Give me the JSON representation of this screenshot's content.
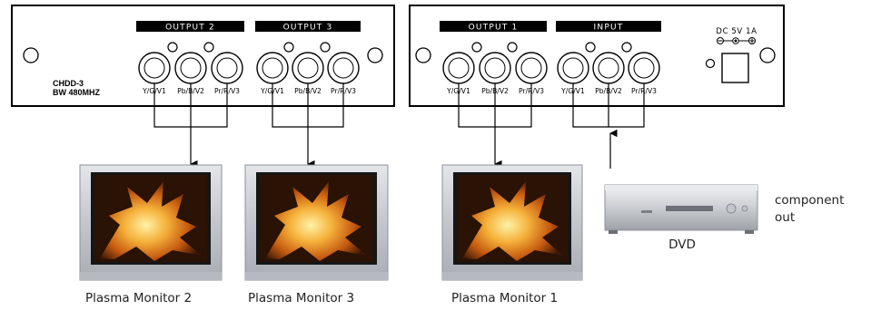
{
  "left_unit": {
    "model": "CHDD-3",
    "bandwidth": "BW 480MHZ",
    "groups": [
      {
        "label": "OUTPUT 2",
        "jacks": [
          "Y/G/V1",
          "Pb/B/V2",
          "Pr/R/V3"
        ]
      },
      {
        "label": "OUTPUT 3",
        "jacks": [
          "Y/G/V1",
          "Pb/B/V2",
          "Pr/R/V3"
        ]
      }
    ]
  },
  "right_unit": {
    "groups": [
      {
        "label": "OUTPUT 1",
        "jacks": [
          "Y/G/V1",
          "Pb/B/V2",
          "Pr/R/V3"
        ]
      },
      {
        "label": "INPUT",
        "jacks": [
          "Y/G/V1",
          "Pb/B/V2",
          "Pr/R/V3"
        ]
      }
    ],
    "power_label": "DC  5V  1A"
  },
  "monitors": [
    "Plasma Monitor 2",
    "Plasma Monitor 3",
    "Plasma Monitor 1"
  ],
  "source": {
    "label": "DVD",
    "note_line1": "component",
    "note_line2": "out"
  },
  "colors": {
    "panel": "#ffffff",
    "label_bar": "#000000",
    "monitor_frame": "#c9cbcf",
    "fire": "#e08a1c"
  }
}
